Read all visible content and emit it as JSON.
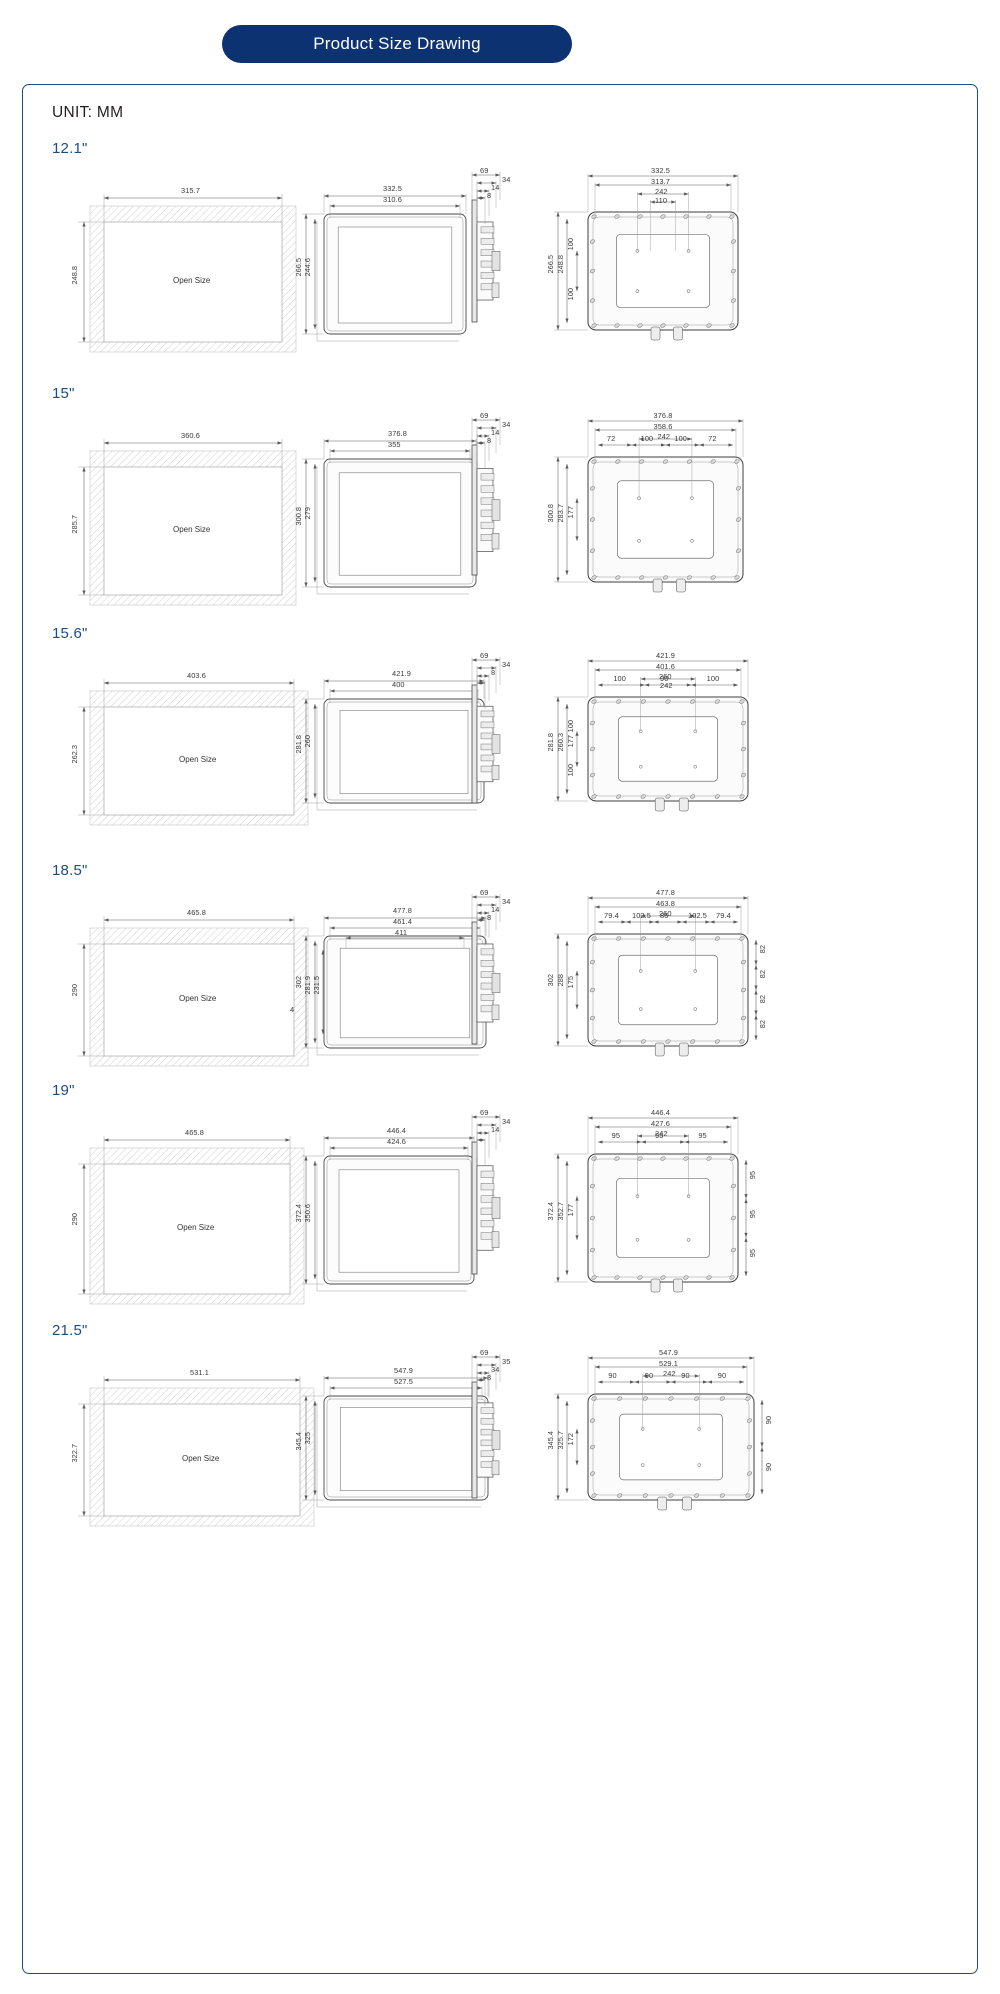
{
  "header": {
    "title": "Product Size Drawing",
    "pill_color": "#0d3271"
  },
  "unit_label": "UNIT: MM",
  "accent_color": "#1a4c8b",
  "open_size_text": "Open Size",
  "rows": [
    {
      "size": "12.1\"",
      "cutout": {
        "width": "315.7",
        "height": "248.8",
        "label": "Open Size"
      },
      "front": {
        "w_outer": "332.5",
        "w_inner": "310.6",
        "h_outer": "266.5",
        "h_inner": "244.6"
      },
      "side": {
        "depth_total": "69",
        "d2": "34",
        "d3": "14",
        "d4": "8"
      },
      "rear": {
        "w_outer": "332.5",
        "w_inner": "313.7",
        "vesa_w": "242",
        "mount_w": "110",
        "h_outer": "266.5",
        "h_inner": "248.8",
        "vesa_h_top": "100",
        "vesa_h_bot": "100"
      }
    },
    {
      "size": "15\"",
      "cutout": {
        "width": "360.6",
        "height": "285.7",
        "label": "Open Size"
      },
      "front": {
        "w_outer": "376.8",
        "w_inner": "355",
        "h_outer": "300.8",
        "h_inner": "279"
      },
      "side": {
        "depth_total": "69",
        "d2": "34",
        "d3": "14",
        "d4": "8"
      },
      "rear": {
        "w_outer": "376.8",
        "w_inner": "358.6",
        "vesa_w": "242",
        "seg1": "72",
        "seg2": "100",
        "seg3": "100",
        "seg4": "72",
        "h_outer": "300.8",
        "h_inner": "283.7",
        "vesa_h": "177"
      }
    },
    {
      "size": "15.6\"",
      "cutout": {
        "width": "403.6",
        "height": "262.3",
        "label": "Open Size"
      },
      "front": {
        "w_outer": "421.9",
        "w_inner": "400",
        "h_outer": "281.8",
        "h_inner": "260"
      },
      "side": {
        "depth_total": "69",
        "d2": "34",
        "d3": "8"
      },
      "rear": {
        "w_outer": "421.9",
        "w_inner": "401.6",
        "span": "260",
        "vesa_w": "242",
        "seg1": "100",
        "seg2": "90",
        "seg3": "100",
        "h_outer": "281.8",
        "h_inner": "260.3",
        "vesa_h_top": "100",
        "vesa_h_bot": "100",
        "vesa_h": "177"
      }
    },
    {
      "size": "18.5\"",
      "cutout": {
        "width": "465.8",
        "height": "290",
        "label": "Open Size"
      },
      "front": {
        "w_outer": "477.8",
        "w_inner": "461.4",
        "w_inner2": "411",
        "h_outer": "302",
        "h_inner": "281.9",
        "h_inner2": "231.5",
        "d_small": "4"
      },
      "side": {
        "depth_total": "69",
        "d2": "34",
        "d3": "14",
        "d4": "8"
      },
      "rear": {
        "w_outer": "477.8",
        "w_inner": "463.8",
        "span": "260",
        "seg1": "79.4",
        "seg2": "102.5",
        "seg3": "85",
        "seg4": "102.5",
        "seg5": "79.4",
        "h_outer": "302",
        "h_inner": "288",
        "vesa_h": "175",
        "hseg1": "82",
        "hseg2": "82",
        "hseg3": "82",
        "hseg4": "82"
      }
    },
    {
      "size": "19\"",
      "cutout": {
        "width": "465.8",
        "height": "290",
        "label": "Open Size"
      },
      "front": {
        "w_outer": "446.4",
        "w_inner": "424.6",
        "h_outer": "372.4",
        "h_inner": "350.6"
      },
      "side": {
        "depth_total": "69",
        "d2": "34",
        "d3": "14"
      },
      "rear": {
        "w_outer": "446.4",
        "w_inner": "427.6",
        "vesa_w": "242",
        "seg1": "95",
        "seg2": "95",
        "seg3": "95",
        "h_outer": "372.4",
        "h_inner": "352.7",
        "vesa_h": "177",
        "hseg1": "95",
        "hseg2": "95",
        "hseg3": "95"
      }
    },
    {
      "size": "21.5\"",
      "cutout": {
        "width": "531.1",
        "height": "322.7",
        "label": "Open Size"
      },
      "front": {
        "w_outer": "547.9",
        "w_inner": "527.5",
        "h_outer": "345.4",
        "h_inner": "325"
      },
      "side": {
        "depth_total": "69",
        "d2": "35",
        "d3": "34",
        "d4": "8"
      },
      "rear": {
        "w_outer": "547.9",
        "w_inner": "529.1",
        "vesa_w": "242",
        "seg1": "90",
        "seg2": "90",
        "seg3": "90",
        "seg4": "90",
        "h_outer": "345.4",
        "h_inner": "325.7",
        "vesa_h": "172",
        "hseg1": "90",
        "hseg2": "90"
      }
    }
  ]
}
